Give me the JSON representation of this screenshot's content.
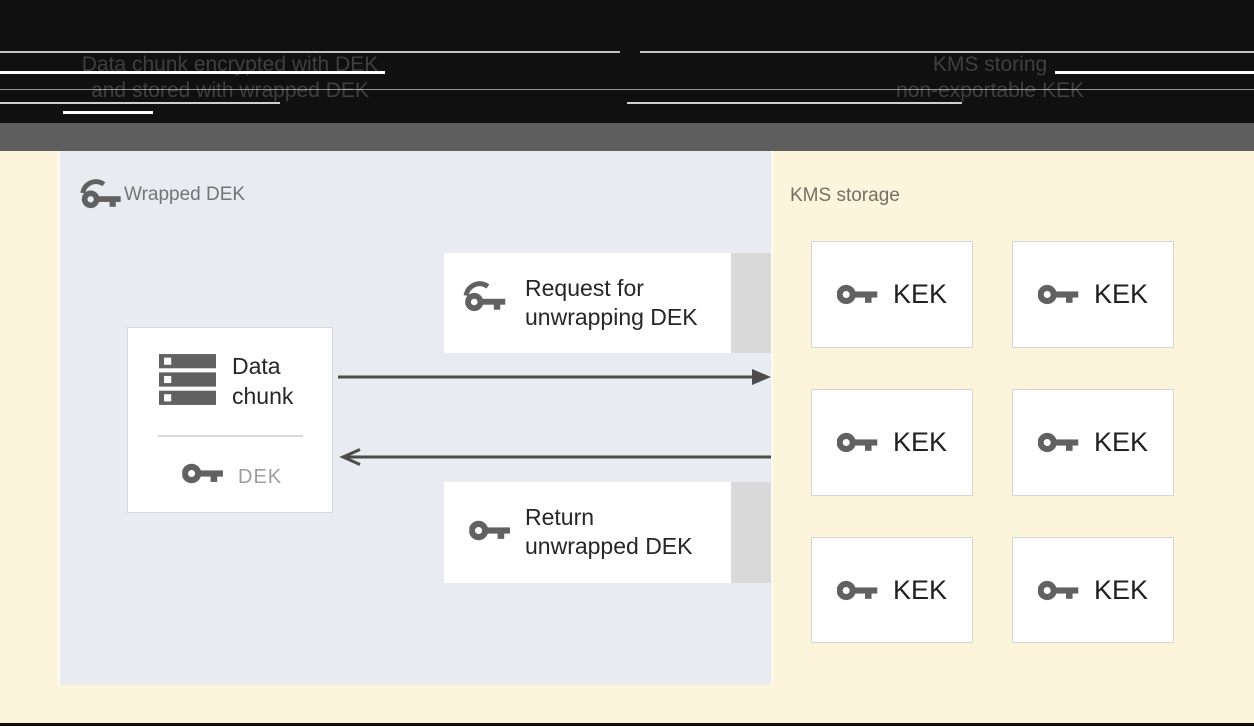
{
  "banner": {
    "left_caption_line1": "Data chunk encrypted with DEK",
    "left_caption_line2": "and stored with wrapped DEK",
    "right_caption_line1": "KMS storing",
    "right_caption_line2": "non-exportable KEK"
  },
  "wrapped_dek_panel": {
    "label": "Wrapped DEK",
    "data_chunk": {
      "title": "Data chunk",
      "key_label": "DEK"
    },
    "request_label": "Request for unwrapping DEK",
    "return_label": "Return unwrapped DEK"
  },
  "kms": {
    "label": "KMS storage",
    "keks": [
      "KEK",
      "KEK",
      "KEK",
      "KEK",
      "KEK",
      "KEK"
    ]
  },
  "colors": {
    "page_background": "#fcf5dc",
    "panel_background": "#e8ebef",
    "banner_background": "#101010",
    "banner_text": "#3f3f3f",
    "divider_band": "#5e5e5e",
    "icon_gray": "#616161",
    "panel_label_text": "#757575",
    "kms_label_text": "#756f66",
    "dark_text": "#262626",
    "dek_text": "#9e9e9e",
    "arrow": "#4c4c4c",
    "shadow_band": "#d9d9d9",
    "box_border": "#d6d9dc"
  }
}
